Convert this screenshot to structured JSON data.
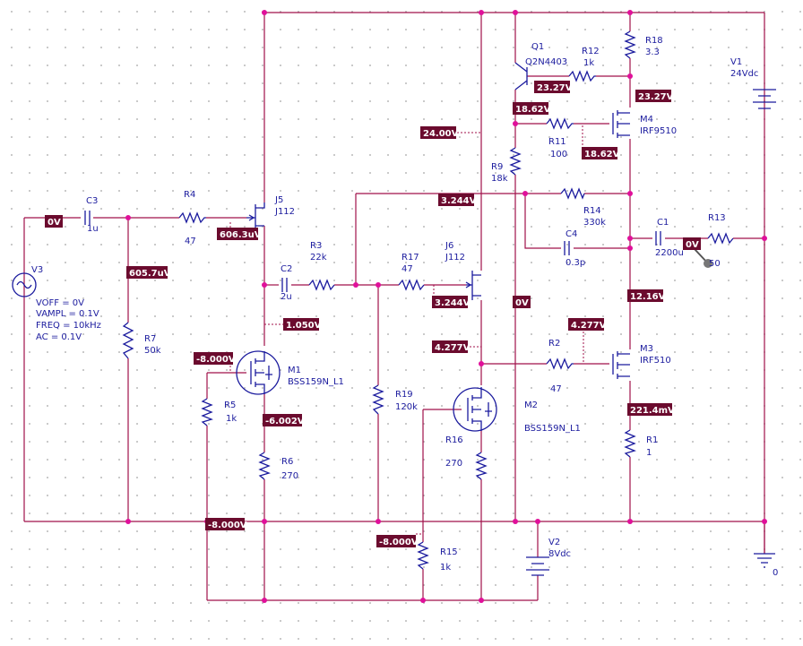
{
  "components": {
    "Q1": {
      "ref": "Q1",
      "value": "Q2N4403"
    },
    "R12": {
      "ref": "R12",
      "value": "1k"
    },
    "R18": {
      "ref": "R18",
      "value": "3.3"
    },
    "V1": {
      "ref": "V1",
      "value": "24Vdc"
    },
    "M4": {
      "ref": "M4",
      "value": "IRF9510"
    },
    "R11": {
      "ref": "R11",
      "value": "100"
    },
    "R9": {
      "ref": "R9",
      "value": "18k"
    },
    "R14": {
      "ref": "R14",
      "value": "330k"
    },
    "C1": {
      "ref": "C1",
      "value": "2200u"
    },
    "R13": {
      "ref": "R13",
      "value": "50"
    },
    "C4": {
      "ref": "C4",
      "value": "0.3p"
    },
    "C3": {
      "ref": "C3",
      "value": "1u"
    },
    "R4": {
      "ref": "R4",
      "value": "47"
    },
    "J5": {
      "ref": "J5",
      "value": "J112"
    },
    "R3": {
      "ref": "R3",
      "value": "22k"
    },
    "C2": {
      "ref": "C2",
      "value": "2u"
    },
    "R17": {
      "ref": "R17",
      "value": "47"
    },
    "J6": {
      "ref": "J6",
      "value": "J112"
    },
    "V3": {
      "ref": "V3",
      "params": [
        "VOFF = 0V",
        "VAMPL = 0.1V",
        "FREQ = 10kHz",
        "AC = 0.1V"
      ]
    },
    "R7": {
      "ref": "R7",
      "value": "50k"
    },
    "M1": {
      "ref": "M1",
      "value": "BSS159N_L1"
    },
    "R5": {
      "ref": "R5",
      "value": "1k"
    },
    "R6": {
      "ref": "R6",
      "value": "270"
    },
    "R19": {
      "ref": "R19",
      "value": "120k"
    },
    "R16": {
      "ref": "R16",
      "value": "270"
    },
    "M2": {
      "ref": "M2",
      "value": "BSS159N_L1"
    },
    "R2": {
      "ref": "R2",
      "value": "47"
    },
    "M3": {
      "ref": "M3",
      "value": "IRF510"
    },
    "R1": {
      "ref": "R1",
      "value": "1"
    },
    "R15": {
      "ref": "R15",
      "value": "1k"
    },
    "V2": {
      "ref": "V2",
      "value": "8Vdc"
    },
    "GND": {
      "ref": "0"
    }
  },
  "voltage_markers": [
    "0V",
    "605.7uV",
    "606.3uV",
    "1.050V",
    "-8.000V",
    "-6.002V",
    "-8.000V",
    "-8.000V",
    "24.00V",
    "3.244V",
    "3.244V",
    "4.277V",
    "0V",
    "23.27V",
    "18.62V",
    "18.62V",
    "23.27V",
    "12.16V",
    "4.277V",
    "221.4mV",
    "0V"
  ],
  "colors": {
    "wire": "#a0104a",
    "component": "#1b1b9e",
    "marker_bg": "#6b0b2e",
    "marker_text": "#ffffff",
    "node_dot": "#e0109a",
    "grid_dot": "#b9b9b9"
  }
}
